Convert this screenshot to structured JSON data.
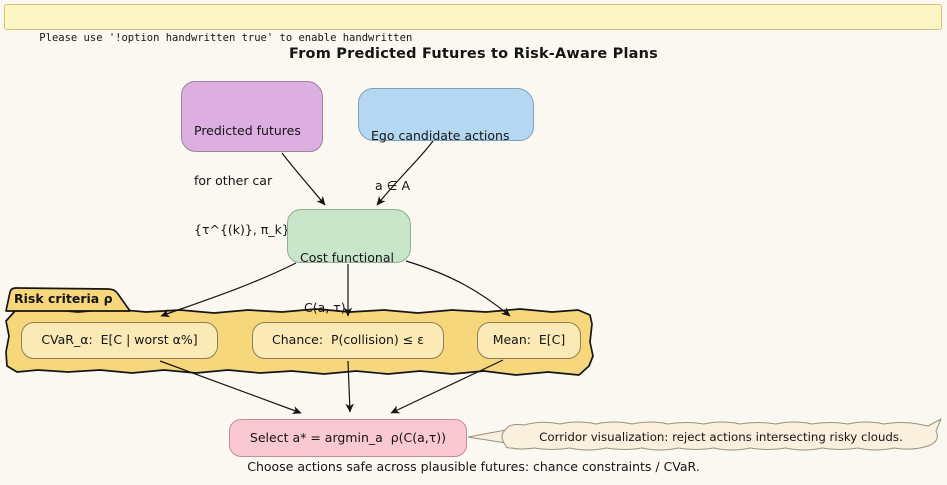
{
  "colors": {
    "bg": "#faf8f1",
    "ink": "#151515",
    "banner_bg": "#fdf7c5",
    "banner_border": "#d9bd72",
    "purple": "#ddaee1",
    "purple_border": "#9b86a0",
    "blue": "#b5d8f2",
    "blue_border": "#7f9fbe",
    "green": "#c9e5ca",
    "green_border": "#8fae91",
    "gold": "#f7d77b",
    "gold_light": "#fbe9b6",
    "gold_light_border": "#8d7f57",
    "pink": "#f9c8d0",
    "pink_border": "#c08a96",
    "cream": "#fbf0dd",
    "cream_border": "#96937f"
  },
  "banner": {
    "text": "Please use '!option handwritten true' to enable handwritten"
  },
  "title": "From Predicted Futures to Risk-Aware Plans",
  "nodes": {
    "predicted_futures": {
      "lines": [
        "Predicted futures",
        "for other car",
        "{τ^{(k)}, π_k}"
      ]
    },
    "ego_actions": {
      "lines": [
        "Ego candidate actions",
        " a ∈ A"
      ]
    },
    "cost_functional": {
      "lines": [
        "Cost functional",
        " C(a, τ)"
      ]
    },
    "risk_group": {
      "label": "Risk criteria ρ"
    },
    "cvar": {
      "label": "CVaR_α:  E[C | worst α%]"
    },
    "chance": {
      "label": "Chance:  P(collision) ≤ ε"
    },
    "mean": {
      "label": "Mean:  E[C]"
    },
    "select": {
      "label": "Select a* = argmin_a  ρ(C(a,τ))"
    },
    "corridor_note": {
      "label": "Corridor visualization: reject actions intersecting risky clouds."
    }
  },
  "caption": "Choose actions safe across plausible futures: chance constraints / CVaR."
}
